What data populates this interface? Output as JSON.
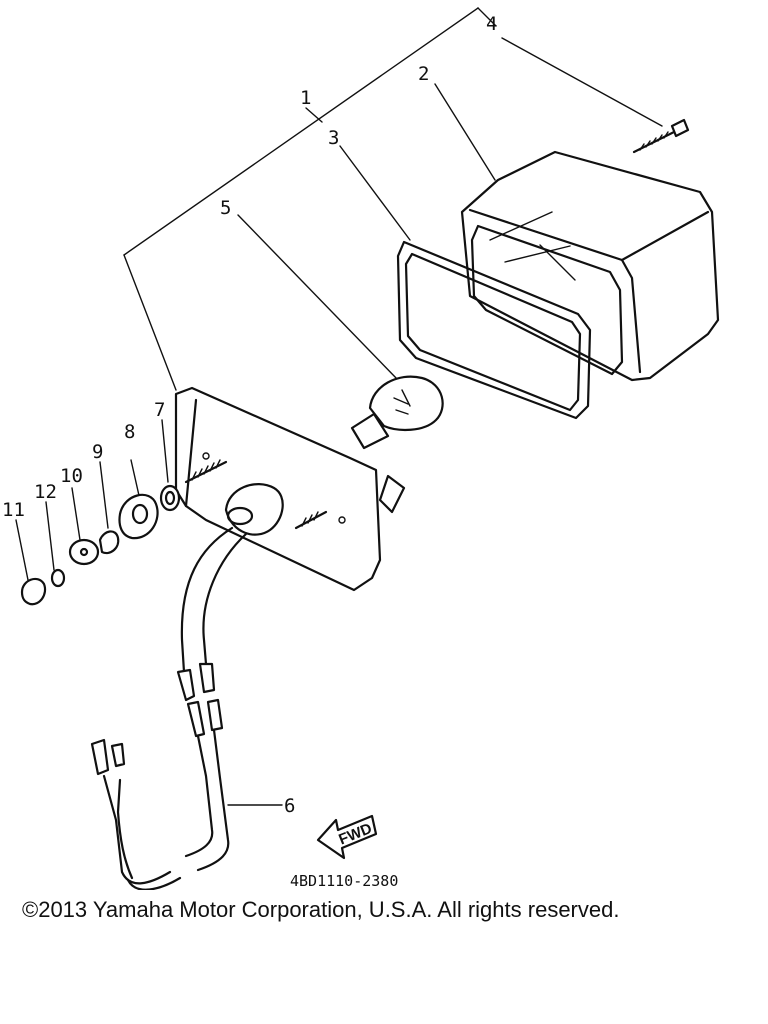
{
  "diagram": {
    "callouts": [
      {
        "id": "c1",
        "label": "1"
      },
      {
        "id": "c2",
        "label": "2"
      },
      {
        "id": "c3",
        "label": "3"
      },
      {
        "id": "c4",
        "label": "4"
      },
      {
        "id": "c5",
        "label": "5"
      },
      {
        "id": "c6",
        "label": "6"
      },
      {
        "id": "c7",
        "label": "7"
      },
      {
        "id": "c8",
        "label": "8"
      },
      {
        "id": "c9",
        "label": "9"
      },
      {
        "id": "c10",
        "label": "10"
      },
      {
        "id": "c11",
        "label": "11"
      },
      {
        "id": "c12",
        "label": "12"
      }
    ],
    "fwd_label": "FWD",
    "drawing_number": "4BD1110-2380"
  },
  "footer": {
    "copyright": "©2013 Yamaha Motor Corporation, U.S.A. All rights reserved."
  }
}
